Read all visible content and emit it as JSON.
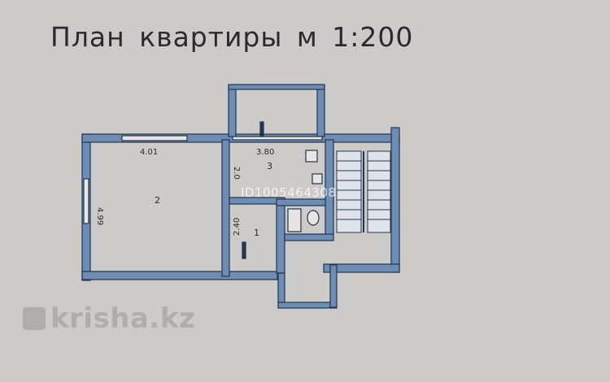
{
  "title": "План квартиры м 1:200",
  "rooms": [
    {
      "id": "2",
      "label": "2",
      "dim_top": "4.01",
      "dim_left": "4.99"
    },
    {
      "id": "3",
      "label": "3",
      "dim_top": "3.80",
      "dim_left": "2.0"
    },
    {
      "id": "1",
      "label": "1",
      "dim_left": "2.40"
    }
  ],
  "watermark": "krisha.kz",
  "listing_id": "ID1005464308",
  "colors": {
    "wall": "#5d7ea6",
    "wall_dark": "#23344d",
    "paper": "#cdcbc9",
    "ink": "#2a2a2e"
  }
}
